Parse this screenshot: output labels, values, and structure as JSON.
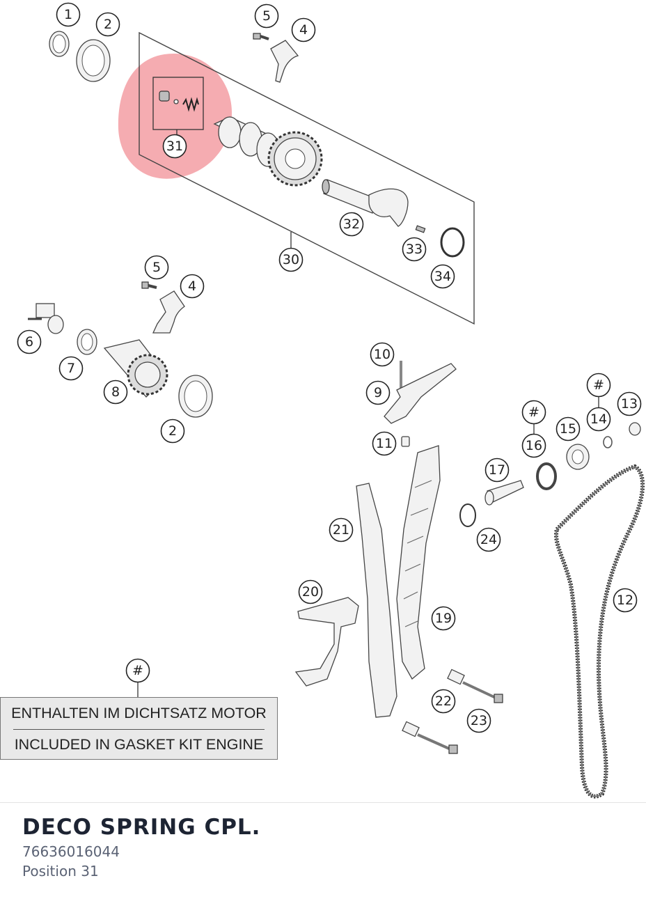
{
  "diagram": {
    "callouts": [
      "1",
      "2",
      "5",
      "4",
      "31",
      "32",
      "33",
      "34",
      "30",
      "5",
      "4",
      "6",
      "7",
      "8",
      "2",
      "10",
      "9",
      "11",
      "#",
      "14",
      "13",
      "#",
      "16",
      "15",
      "17",
      "21",
      "24",
      "20",
      "19",
      "12",
      "22",
      "23",
      "#"
    ],
    "highlight_color": "#f4a3a8"
  },
  "legend": {
    "line_de": "ENTHALTEN IM DICHTSATZ MOTOR",
    "line_en": "INCLUDED IN GASKET KIT ENGINE"
  },
  "selected_part": {
    "title": "DECO SPRING CPL.",
    "number": "76636016044",
    "position_text": "Position 31"
  }
}
